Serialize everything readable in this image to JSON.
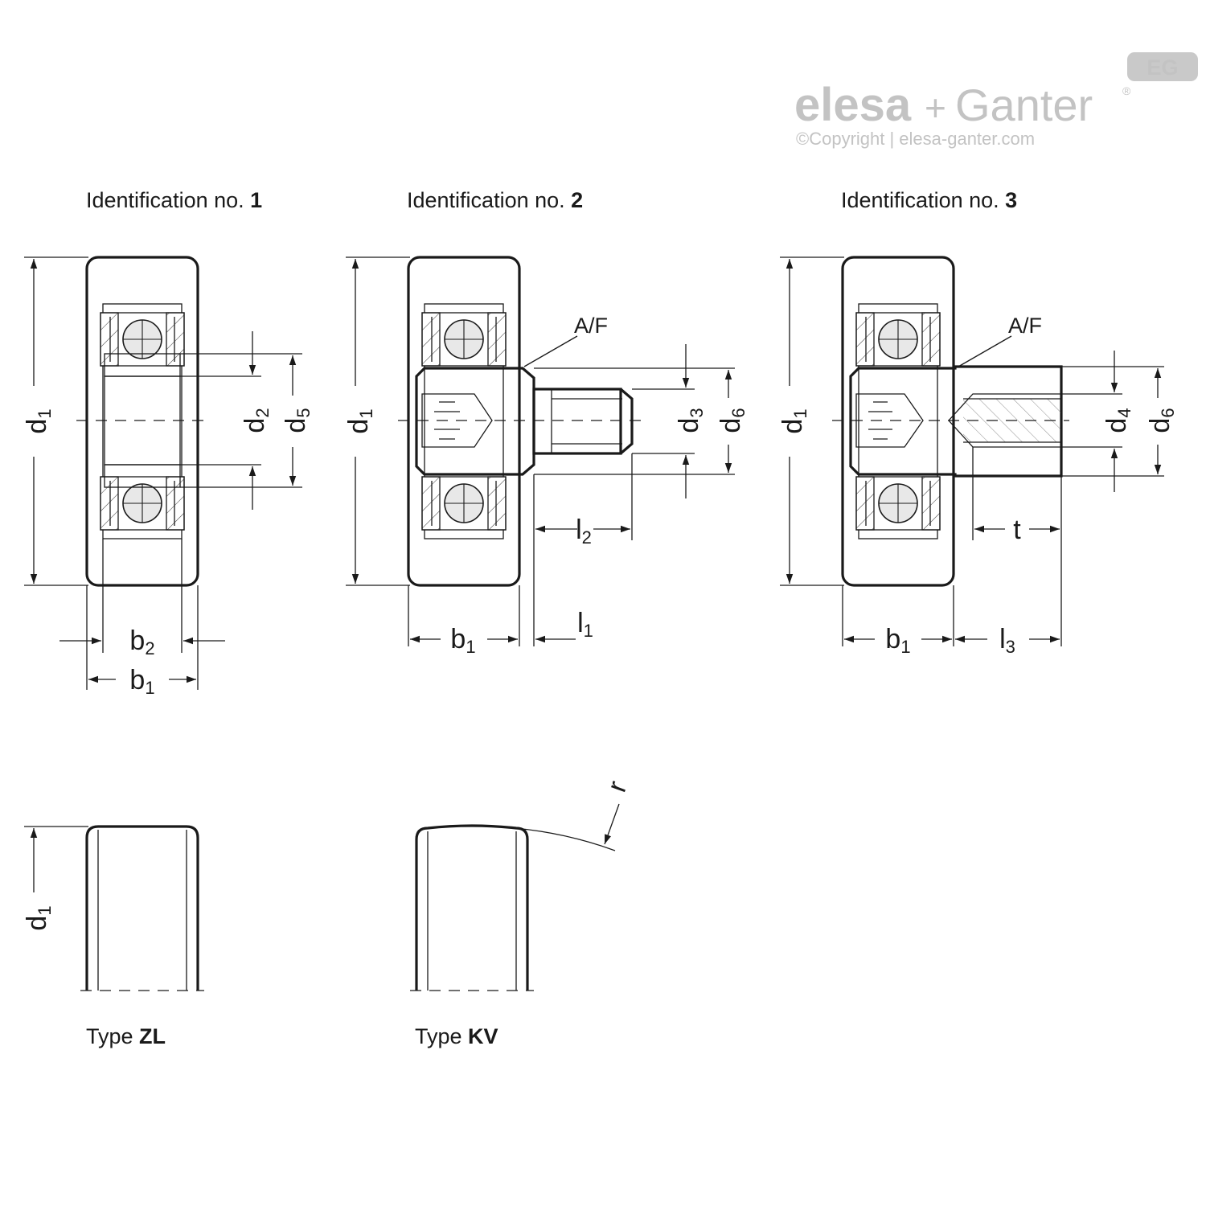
{
  "brand": {
    "badge": "EG",
    "name_left": "elesa",
    "plus": "+",
    "name_right": "Ganter",
    "trademark": "®",
    "copyright": "©Copyright | elesa-ganter.com"
  },
  "views": [
    {
      "title_prefix": "Identification no. ",
      "title_number": "1"
    },
    {
      "title_prefix": "Identification no. ",
      "title_number": "2"
    },
    {
      "title_prefix": "Identification no. ",
      "title_number": "3"
    }
  ],
  "dims": {
    "v1": {
      "d1": [
        "d",
        "1"
      ],
      "d2": [
        "d",
        "2"
      ],
      "d5": [
        "d",
        "5"
      ],
      "b2": [
        "b",
        "2"
      ],
      "b1": [
        "b",
        "1"
      ]
    },
    "v2": {
      "d1": [
        "d",
        "1"
      ],
      "af": "A/F",
      "d3": [
        "d",
        "3"
      ],
      "d6": [
        "d",
        "6"
      ],
      "l2": [
        "l",
        "2"
      ],
      "l1": [
        "l",
        "1"
      ],
      "b1": [
        "b",
        "1"
      ]
    },
    "v3": {
      "d1": [
        "d",
        "1"
      ],
      "af": "A/F",
      "d4": [
        "d",
        "4"
      ],
      "d6": [
        "d",
        "6"
      ],
      "t": "t",
      "b1": [
        "b",
        "1"
      ],
      "l3": [
        "l",
        "3"
      ]
    },
    "zl": {
      "d1": [
        "d",
        "1"
      ]
    },
    "kv": {
      "r": "r"
    }
  },
  "types": [
    {
      "prefix": "Type ",
      "code": "ZL"
    },
    {
      "prefix": "Type ",
      "code": "KV"
    }
  ]
}
